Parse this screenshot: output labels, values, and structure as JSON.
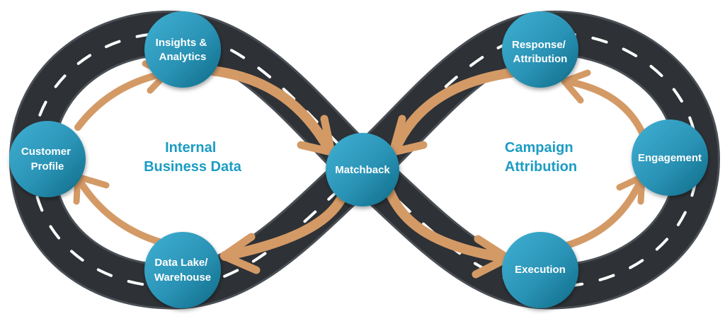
{
  "diagram": {
    "regions": [
      {
        "id": "internal",
        "lines": [
          "Internal",
          "Business Data"
        ]
      },
      {
        "id": "campaign",
        "lines": [
          "Campaign",
          "Attribution"
        ]
      }
    ],
    "nodes": [
      {
        "id": "insights",
        "lines": [
          "Insights &",
          "Analytics"
        ]
      },
      {
        "id": "customer-profile",
        "lines": [
          "Customer",
          "Profile"
        ]
      },
      {
        "id": "data-lake",
        "lines": [
          "Data Lake/",
          "Warehouse"
        ]
      },
      {
        "id": "matchback",
        "lines": [
          "Matchback"
        ]
      },
      {
        "id": "response",
        "lines": [
          "Response/",
          "Attribution"
        ]
      },
      {
        "id": "engagement",
        "lines": [
          "Engagement"
        ]
      },
      {
        "id": "execution",
        "lines": [
          "Execution"
        ]
      }
    ],
    "flow": [
      [
        "customer-profile",
        "insights"
      ],
      [
        "insights",
        "matchback"
      ],
      [
        "matchback",
        "data-lake"
      ],
      [
        "data-lake",
        "customer-profile"
      ],
      [
        "matchback",
        "execution"
      ],
      [
        "execution",
        "engagement"
      ],
      [
        "engagement",
        "response"
      ],
      [
        "response",
        "matchback"
      ]
    ],
    "colors": {
      "road": "#2e3236",
      "road_edge": "#4a4f55",
      "lane_marking": "#ffffff",
      "arrow": "#d49a66",
      "node_light": "#3aa7c9",
      "node_dark": "#0f6a86",
      "region_text": "#1b9cc4"
    }
  }
}
